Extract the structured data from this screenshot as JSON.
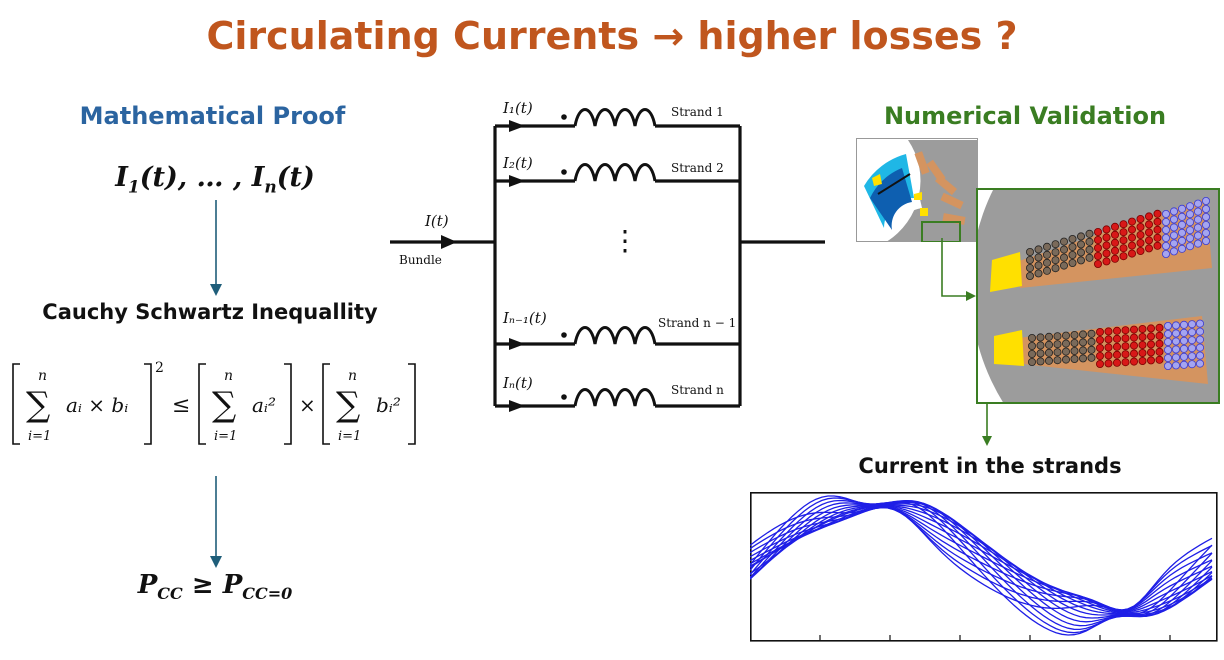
{
  "title": "Circulating Currents → higher losses ?",
  "left": {
    "heading": "Mathematical Proof",
    "currents_1": "I",
    "currents_sub1": "1",
    "currents_mid": "(t), … , ",
    "currents_n": "I",
    "currents_subn": "n",
    "currents_end": "(t)",
    "inequality_label": "Cauchy Schwartz Inequallity",
    "eq_sum_upper": "n",
    "eq_sum_lower": "i=1",
    "eq_term1": "aᵢ × bᵢ",
    "eq_square": "2",
    "eq_le": "≤",
    "eq_term2": "aᵢ²",
    "eq_times": "×",
    "eq_term3": "bᵢ²",
    "result_P": "P",
    "result_sub1": "CC",
    "result_ge": "≥",
    "result_sub2": "CC=0"
  },
  "circuit": {
    "input_current": "I(t)",
    "bundle_label": "Bundle",
    "dots": "⋮",
    "strands": [
      {
        "current": "I₁(t)",
        "label": "Strand 1"
      },
      {
        "current": "I₂(t)",
        "label": "Strand 2"
      },
      {
        "current": "Iₙ₋₁(t)",
        "label": "Strand n − 1"
      },
      {
        "current": "Iₙ(t)",
        "label": "Strand n"
      }
    ]
  },
  "right": {
    "heading": "Numerical Validation",
    "plot_label": "Current in the strands"
  },
  "colors": {
    "title": "#c0561e",
    "math_heading": "#2b64a0",
    "numerical_heading": "#3a7d22",
    "plot_lines": "#1f1fe6"
  }
}
